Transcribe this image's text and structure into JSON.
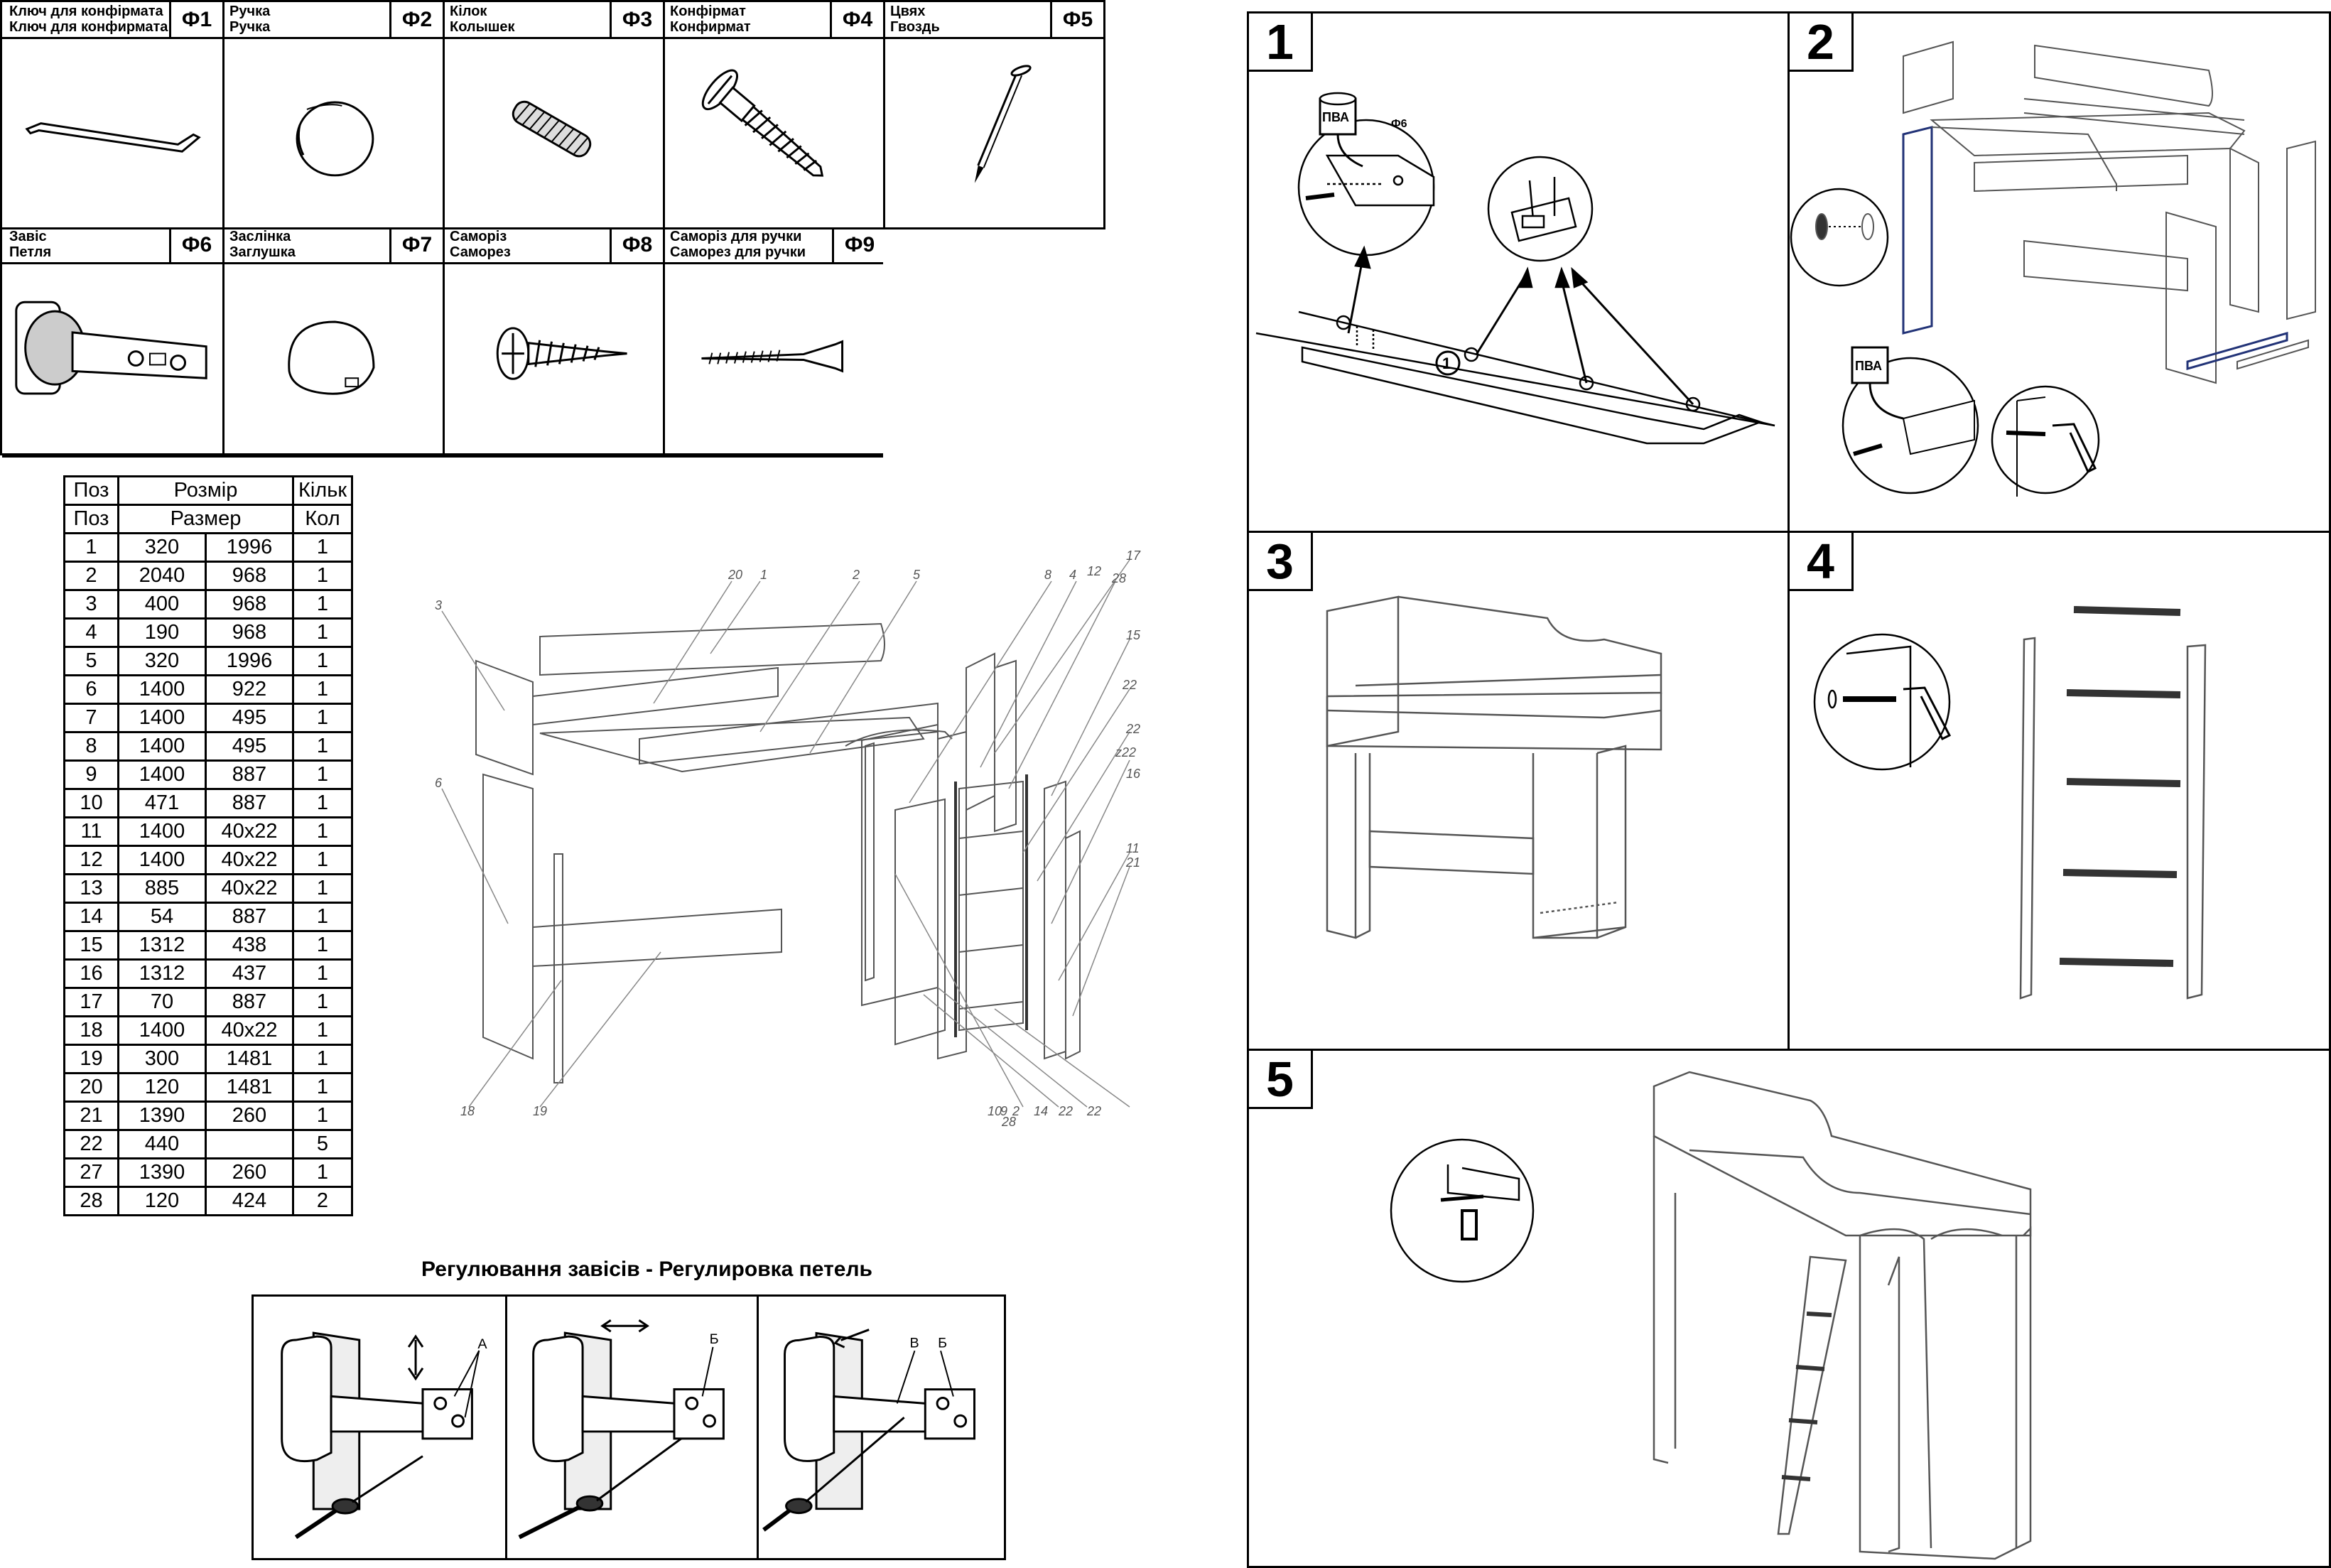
{
  "fittings": [
    {
      "name": "Ключ для конфірмата\nКлюч для конфирмата",
      "code": "Ф1",
      "icon": "allen-key-icon"
    },
    {
      "name": "Ручка\nРучка",
      "code": "Ф2",
      "icon": "knob-handle-icon"
    },
    {
      "name": "Кілок\nКолышек",
      "code": "Ф3",
      "icon": "dowel-icon"
    },
    {
      "name": "Конфірмат\nКонфирмат",
      "code": "Ф4",
      "icon": "confirmat-screw-icon"
    },
    {
      "name": "Цвях\nГвоздь",
      "code": "Ф5",
      "icon": "nail-icon"
    },
    {
      "name": "Завіс\nПетля",
      "code": "Ф6",
      "icon": "hinge-icon"
    },
    {
      "name": "Заслінка\nЗаглушка",
      "code": "Ф7",
      "icon": "cap-plug-icon"
    },
    {
      "name": "Саморіз\nСаморез",
      "code": "Ф8",
      "icon": "wood-screw-icon"
    },
    {
      "name": "Саморіз для ручки\nСаморез для ручки",
      "code": "Ф9",
      "icon": "handle-screw-icon"
    }
  ],
  "parts_table": {
    "header_ua": [
      "Поз",
      "Розмір",
      "Кільк"
    ],
    "header_ru": [
      "Поз",
      "Размер",
      "Кол"
    ],
    "rows": [
      [
        "1",
        "320",
        "1996",
        "1"
      ],
      [
        "2",
        "2040",
        "968",
        "1"
      ],
      [
        "3",
        "400",
        "968",
        "1"
      ],
      [
        "4",
        "190",
        "968",
        "1"
      ],
      [
        "5",
        "320",
        "1996",
        "1"
      ],
      [
        "6",
        "1400",
        "922",
        "1"
      ],
      [
        "7",
        "1400",
        "495",
        "1"
      ],
      [
        "8",
        "1400",
        "495",
        "1"
      ],
      [
        "9",
        "1400",
        "887",
        "1"
      ],
      [
        "10",
        "471",
        "887",
        "1"
      ],
      [
        "11",
        "1400",
        "40x22",
        "1"
      ],
      [
        "12",
        "1400",
        "40x22",
        "1"
      ],
      [
        "13",
        "885",
        "40x22",
        "1"
      ],
      [
        "14",
        "54",
        "887",
        "1"
      ],
      [
        "15",
        "1312",
        "438",
        "1"
      ],
      [
        "16",
        "1312",
        "437",
        "1"
      ],
      [
        "17",
        "70",
        "887",
        "1"
      ],
      [
        "18",
        "1400",
        "40x22",
        "1"
      ],
      [
        "19",
        "300",
        "1481",
        "1"
      ],
      [
        "20",
        "120",
        "1481",
        "1"
      ],
      [
        "21",
        "1390",
        "260",
        "1"
      ],
      [
        "22",
        "440",
        "",
        "5"
      ],
      [
        "27",
        "1390",
        "260",
        "1"
      ],
      [
        "28",
        "120",
        "424",
        "2"
      ]
    ]
  },
  "exploded_labels": [
    "20",
    "1",
    "2",
    "5",
    "3",
    "8",
    "4",
    "12",
    "17",
    "28",
    "15",
    "22",
    "6",
    "22",
    "z22",
    "16",
    "11",
    "21",
    "18",
    "19",
    "10",
    "9",
    "2",
    "14",
    "22",
    "22",
    "28"
  ],
  "hinge_adjust": {
    "title": "Регулювання завісів - Регулировка петель",
    "labels": [
      "A",
      "Б",
      "В",
      "Б"
    ]
  },
  "steps": [
    {
      "number": "1",
      "glue": "ПВА",
      "fitting": "Ф6",
      "part_marker": "1"
    },
    {
      "number": "2",
      "glue": "ПВА"
    },
    {
      "number": "3"
    },
    {
      "number": "4"
    },
    {
      "number": "5"
    }
  ]
}
